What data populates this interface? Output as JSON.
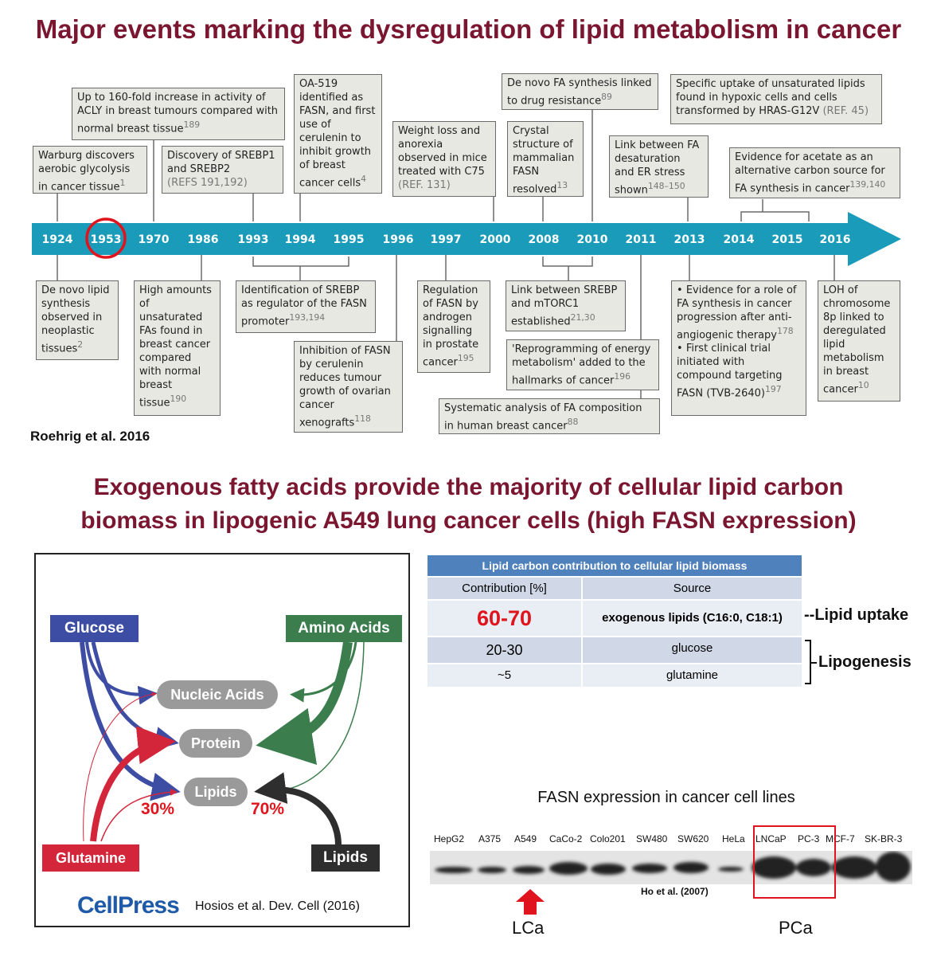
{
  "title_top": "Major events marking the dysregulation of lipid metabolism in cancer",
  "timeline": {
    "years": [
      "1924",
      "1953",
      "1970",
      "1986",
      "1993",
      "1994",
      "1995",
      "1996",
      "1997",
      "2000",
      "2008",
      "2010",
      "2011",
      "2013",
      "2014",
      "2015",
      "2016"
    ],
    "highlight_year": "1953",
    "events_above": [
      {
        "id": "warburg",
        "text": "Warburg discovers aerobic glycolysis in cancer tissue",
        "ref": "1"
      },
      {
        "id": "acly",
        "text": "Up to 160-fold increase in activity of ACLY in breast tumours compared with normal breast tissue",
        "ref": "189"
      },
      {
        "id": "srebp",
        "text": "Discovery of SREBP1 and SREBP2",
        "ref": "(REFS 191,192)"
      },
      {
        "id": "oa519",
        "text": "OA-519 identified as FASN, and first use of cerulenin to inhibit growth of breast cancer cells",
        "ref": "4"
      },
      {
        "id": "weightloss",
        "text": "Weight loss and anorexia observed in mice treated with C75",
        "ref": "(REF. 131)"
      },
      {
        "id": "denovo_drug",
        "text": "De novo FA synthesis linked to drug resistance",
        "ref": "89"
      },
      {
        "id": "crystal",
        "text": "Crystal structure of mammalian FASN resolved",
        "ref": "13"
      },
      {
        "id": "specific",
        "text": "Specific uptake of unsaturated lipids found in hypoxic cells and cells transformed by HRAS-G12V",
        "ref": "(REF. 45)"
      },
      {
        "id": "fadesat",
        "text": "Link between FA desaturation and ER stress shown",
        "ref": "148–150"
      },
      {
        "id": "acetate",
        "text": "Evidence for acetate as an alternative carbon source for FA synthesis in cancer",
        "ref": "139,140"
      }
    ],
    "events_below": [
      {
        "id": "denovo_neo",
        "text": "De novo lipid synthesis observed in neoplastic tissues",
        "ref": "2"
      },
      {
        "id": "unsat",
        "text": "High amounts of unsaturated FAs found in breast cancer compared with normal breast tissue",
        "ref": "190"
      },
      {
        "id": "srebp_reg",
        "text": "Identification of SREBP as regulator of the FASN promoter",
        "ref": "193,194"
      },
      {
        "id": "cerulenin",
        "text": "Inhibition of FASN by cerulenin reduces tumour growth of ovarian cancer xenografts",
        "ref": "118"
      },
      {
        "id": "androgen",
        "text": "Regulation of FASN by androgen signalling in prostate cancer",
        "ref": "195"
      },
      {
        "id": "mtorc1",
        "text": "Link between SREBP and mTORC1 established",
        "ref": "21,30"
      },
      {
        "id": "hallmarks",
        "text": "'Reprogramming of energy metabolism' added to the hallmarks of cancer",
        "ref": "196"
      },
      {
        "id": "systematic",
        "text": "Systematic analysis of FA composition in human breast cancer",
        "ref": "88"
      },
      {
        "id": "progression_a",
        "text": "Evidence for a role of FA synthesis in cancer progression after anti-angiogenic therapy",
        "ref": "178"
      },
      {
        "id": "progression_b",
        "text": "First clinical trial initiated with compound targeting FASN (TVB-2640)",
        "ref": "197"
      },
      {
        "id": "loh",
        "text": "LOH of chromosome 8p linked to deregulated lipid metabolism in breast cancer",
        "ref": "10"
      }
    ],
    "citation": "Roehrig et al. 2016"
  },
  "title_mid_line1": "Exogenous fatty acids provide the majority of cellular lipid carbon",
  "title_mid_line2": "biomass in lipogenic A549 lung cancer cells (high FASN expression)",
  "flow": {
    "sources": {
      "glucose": "Glucose",
      "amino_acids": "Amino Acids",
      "glutamine": "Glutamine",
      "lipids": "Lipids"
    },
    "targets": {
      "nucleic": "Nucleic Acids",
      "protein": "Protein",
      "lipids": "Lipids"
    },
    "pct_left": "30%",
    "pct_right": "70%",
    "logo": "CellPress",
    "citation": "Hosios et al. Dev. Cell (2016)",
    "colors": {
      "glucose": "#3d4da3",
      "amino": "#3b7d4d",
      "glutamine": "#d3263a",
      "lipids": "#2e2e2e",
      "node": "#9a9a9a"
    }
  },
  "table": {
    "title": "Lipid carbon contribution to cellular lipid biomass",
    "headers": [
      "Contribution [%]",
      "Source"
    ],
    "rows": [
      {
        "contribution": "60-70",
        "source": "exogenous lipids (C16:0, C18:1)"
      },
      {
        "contribution": "20-30",
        "source": "glucose"
      },
      {
        "contribution": "~5",
        "source": "glutamine"
      }
    ],
    "note_uptake": "--Lipid uptake",
    "note_lipogenesis": "Lipogenesis"
  },
  "blot": {
    "title": "FASN expression in cancer cell lines",
    "lanes": [
      "HepG2",
      "A375",
      "A549",
      "CaCo-2",
      "Colo201",
      "SW480",
      "SW620",
      "HeLa",
      "LNCaP",
      "PC-3",
      "MCF-7",
      "SK-BR-3"
    ],
    "citation": "Ho et al. (2007)",
    "label_lca": "LCa",
    "label_pca": "PCa"
  }
}
